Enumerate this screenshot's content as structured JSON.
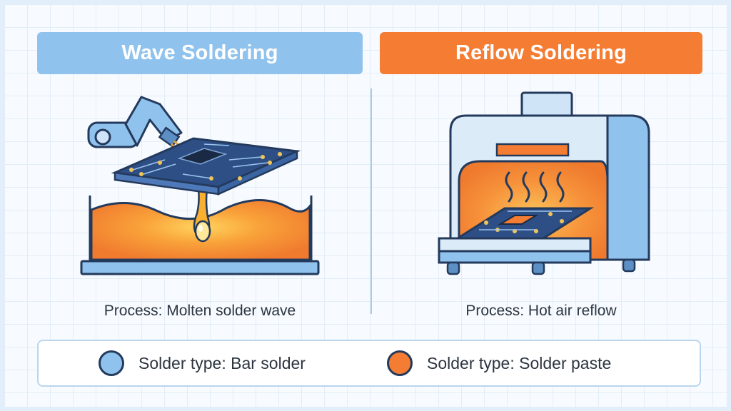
{
  "left_panel": {
    "title": "Wave Soldering",
    "caption": "Process: Molten solder wave",
    "header_color": "#8fc2ec"
  },
  "right_panel": {
    "title": "Reflow Soldering",
    "caption": "Process: Hot air reflow",
    "header_color": "#f47d33"
  },
  "legend": {
    "items": [
      {
        "label": "Solder type: Bar solder",
        "color": "#8fc2ec"
      },
      {
        "label": "Solder type: Solder paste",
        "color": "#f47d33"
      }
    ]
  },
  "icons": [
    "robotic-arm-icon",
    "circuit-board-icon",
    "solder-bath-icon",
    "solder-drip-icon",
    "reflow-oven-icon",
    "heat-waves-icon"
  ]
}
